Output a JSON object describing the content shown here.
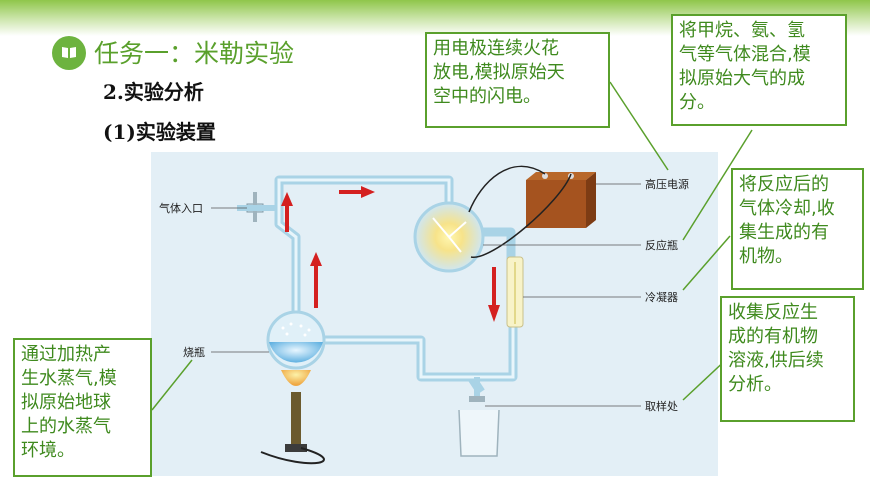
{
  "header": {
    "title": "任务一：米勒实验",
    "subtitle": "2.实验分析",
    "section": "(1)实验装置"
  },
  "diagram": {
    "labels": {
      "gas_inlet": "气体入口",
      "flask": "烧瓶",
      "power": "高压电源",
      "reaction_flask": "反应瓶",
      "condenser": "冷凝器",
      "sampling": "取样处"
    }
  },
  "notes": {
    "electrode": [
      "用电极连续火花",
      "放电,模拟原始天",
      "空中的闪电。"
    ],
    "gases": [
      "将甲烷、氨、氢",
      "气等气体混合,模",
      "拟原始大气的成",
      "分。"
    ],
    "cooling": [
      "将反应后的",
      "气体冷却,收",
      "集生成的有",
      "机物。"
    ],
    "collect": [
      "收集反应生",
      "成的有机物",
      "溶液,供后续",
      "分析。"
    ],
    "heating": [
      "通过加热产",
      "生水蒸气,模",
      "拟原始地球",
      "上的水蒸气",
      "环境。"
    ]
  },
  "colors": {
    "accent_green": "#5aa02c",
    "arrow_red": "#d42020",
    "tube": "#b8dcea"
  }
}
